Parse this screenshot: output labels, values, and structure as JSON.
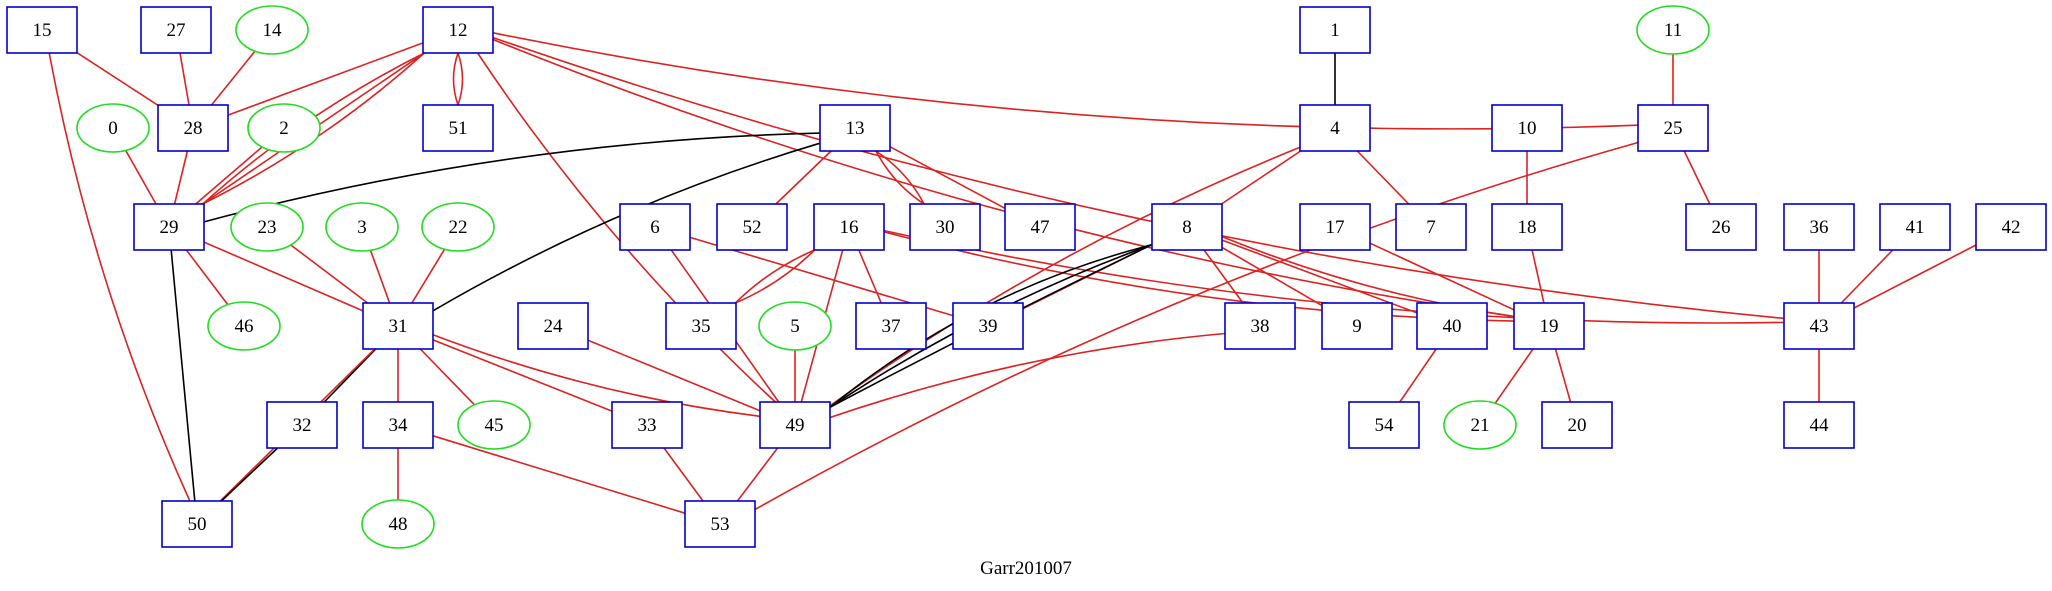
{
  "title": "Garr201007",
  "colors": {
    "red_edge": "#dd2222",
    "black_edge": "#000000",
    "box_border": "#0000cc",
    "ellipse_border": "#22dd22"
  },
  "nodes": [
    {
      "id": "15",
      "shape": "box"
    },
    {
      "id": "27",
      "shape": "box"
    },
    {
      "id": "14",
      "shape": "ellipse"
    },
    {
      "id": "12",
      "shape": "box"
    },
    {
      "id": "1",
      "shape": "box"
    },
    {
      "id": "11",
      "shape": "ellipse"
    },
    {
      "id": "0",
      "shape": "ellipse"
    },
    {
      "id": "28",
      "shape": "box"
    },
    {
      "id": "2",
      "shape": "ellipse"
    },
    {
      "id": "51",
      "shape": "box"
    },
    {
      "id": "13",
      "shape": "box"
    },
    {
      "id": "4",
      "shape": "box"
    },
    {
      "id": "10",
      "shape": "box"
    },
    {
      "id": "25",
      "shape": "box"
    },
    {
      "id": "29",
      "shape": "box"
    },
    {
      "id": "23",
      "shape": "ellipse"
    },
    {
      "id": "3",
      "shape": "ellipse"
    },
    {
      "id": "22",
      "shape": "ellipse"
    },
    {
      "id": "6",
      "shape": "box"
    },
    {
      "id": "52",
      "shape": "box"
    },
    {
      "id": "16",
      "shape": "box"
    },
    {
      "id": "30",
      "shape": "box"
    },
    {
      "id": "47",
      "shape": "box"
    },
    {
      "id": "8",
      "shape": "box"
    },
    {
      "id": "17",
      "shape": "box"
    },
    {
      "id": "7",
      "shape": "box"
    },
    {
      "id": "18",
      "shape": "box"
    },
    {
      "id": "26",
      "shape": "box"
    },
    {
      "id": "36",
      "shape": "box"
    },
    {
      "id": "41",
      "shape": "box"
    },
    {
      "id": "42",
      "shape": "box"
    },
    {
      "id": "46",
      "shape": "ellipse"
    },
    {
      "id": "31",
      "shape": "box"
    },
    {
      "id": "24",
      "shape": "box"
    },
    {
      "id": "35",
      "shape": "box"
    },
    {
      "id": "5",
      "shape": "ellipse"
    },
    {
      "id": "37",
      "shape": "box"
    },
    {
      "id": "39",
      "shape": "box"
    },
    {
      "id": "38",
      "shape": "box"
    },
    {
      "id": "9",
      "shape": "box"
    },
    {
      "id": "40",
      "shape": "box"
    },
    {
      "id": "19",
      "shape": "box"
    },
    {
      "id": "43",
      "shape": "box"
    },
    {
      "id": "32",
      "shape": "box"
    },
    {
      "id": "34",
      "shape": "box"
    },
    {
      "id": "45",
      "shape": "ellipse"
    },
    {
      "id": "33",
      "shape": "box"
    },
    {
      "id": "49",
      "shape": "box"
    },
    {
      "id": "54",
      "shape": "box"
    },
    {
      "id": "21",
      "shape": "ellipse"
    },
    {
      "id": "20",
      "shape": "box"
    },
    {
      "id": "44",
      "shape": "box"
    },
    {
      "id": "50",
      "shape": "box"
    },
    {
      "id": "48",
      "shape": "ellipse"
    },
    {
      "id": "53",
      "shape": "box"
    }
  ],
  "edges": [
    {
      "from": "15",
      "to": "28",
      "color": "red"
    },
    {
      "from": "15",
      "to": "50",
      "color": "red"
    },
    {
      "from": "27",
      "to": "28",
      "color": "red"
    },
    {
      "from": "14",
      "to": "28",
      "color": "red"
    },
    {
      "from": "12",
      "to": "28",
      "color": "red"
    },
    {
      "from": "12",
      "to": "29",
      "color": "red"
    },
    {
      "from": "12",
      "to": "29",
      "color": "red"
    },
    {
      "from": "12",
      "to": "29",
      "color": "red"
    },
    {
      "from": "12",
      "to": "51",
      "color": "red"
    },
    {
      "from": "12",
      "to": "51",
      "color": "red"
    },
    {
      "from": "12",
      "to": "49",
      "color": "red"
    },
    {
      "from": "12",
      "to": "25",
      "color": "red"
    },
    {
      "from": "12",
      "to": "43",
      "color": "red"
    },
    {
      "from": "12",
      "to": "19",
      "color": "red"
    },
    {
      "from": "1",
      "to": "4",
      "color": "black"
    },
    {
      "from": "11",
      "to": "25",
      "color": "red"
    },
    {
      "from": "0",
      "to": "29",
      "color": "red"
    },
    {
      "from": "28",
      "to": "29",
      "color": "red"
    },
    {
      "from": "2",
      "to": "29",
      "color": "red"
    },
    {
      "from": "13",
      "to": "29",
      "color": "black"
    },
    {
      "from": "13",
      "to": "31",
      "color": "black"
    },
    {
      "from": "13",
      "to": "52",
      "color": "red"
    },
    {
      "from": "13",
      "to": "30",
      "color": "red"
    },
    {
      "from": "13",
      "to": "30",
      "color": "red"
    },
    {
      "from": "13",
      "to": "47",
      "color": "red"
    },
    {
      "from": "4",
      "to": "8",
      "color": "red"
    },
    {
      "from": "4",
      "to": "7",
      "color": "red"
    },
    {
      "from": "4",
      "to": "49",
      "color": "red"
    },
    {
      "from": "10",
      "to": "18",
      "color": "red"
    },
    {
      "from": "25",
      "to": "26",
      "color": "red"
    },
    {
      "from": "25",
      "to": "53",
      "color": "red"
    },
    {
      "from": "29",
      "to": "46",
      "color": "red"
    },
    {
      "from": "29",
      "to": "31",
      "color": "red"
    },
    {
      "from": "29",
      "to": "50",
      "color": "black"
    },
    {
      "from": "23",
      "to": "31",
      "color": "red"
    },
    {
      "from": "3",
      "to": "31",
      "color": "red"
    },
    {
      "from": "22",
      "to": "31",
      "color": "red"
    },
    {
      "from": "6",
      "to": "39",
      "color": "red"
    },
    {
      "from": "6",
      "to": "49",
      "color": "red"
    },
    {
      "from": "16",
      "to": "35",
      "color": "red"
    },
    {
      "from": "16",
      "to": "35",
      "color": "red"
    },
    {
      "from": "16",
      "to": "37",
      "color": "red"
    },
    {
      "from": "16",
      "to": "49",
      "color": "red"
    },
    {
      "from": "16",
      "to": "43",
      "color": "red"
    },
    {
      "from": "16",
      "to": "19",
      "color": "red"
    },
    {
      "from": "8",
      "to": "39",
      "color": "red"
    },
    {
      "from": "8",
      "to": "38",
      "color": "red"
    },
    {
      "from": "8",
      "to": "9",
      "color": "red"
    },
    {
      "from": "8",
      "to": "40",
      "color": "red"
    },
    {
      "from": "8",
      "to": "19",
      "color": "red"
    },
    {
      "from": "8",
      "to": "49",
      "color": "black"
    },
    {
      "from": "8",
      "to": "49",
      "color": "black"
    },
    {
      "from": "8",
      "to": "49",
      "color": "black"
    },
    {
      "from": "17",
      "to": "19",
      "color": "red"
    },
    {
      "from": "18",
      "to": "19",
      "color": "red"
    },
    {
      "from": "36",
      "to": "43",
      "color": "red"
    },
    {
      "from": "41",
      "to": "43",
      "color": "red"
    },
    {
      "from": "42",
      "to": "43",
      "color": "red"
    },
    {
      "from": "31",
      "to": "32",
      "color": "black"
    },
    {
      "from": "31",
      "to": "34",
      "color": "red"
    },
    {
      "from": "31",
      "to": "45",
      "color": "red"
    },
    {
      "from": "31",
      "to": "33",
      "color": "red"
    },
    {
      "from": "31",
      "to": "49",
      "color": "red"
    },
    {
      "from": "31",
      "to": "50",
      "color": "red"
    },
    {
      "from": "24",
      "to": "49",
      "color": "red"
    },
    {
      "from": "5",
      "to": "49",
      "color": "red"
    },
    {
      "from": "38",
      "to": "49",
      "color": "red"
    },
    {
      "from": "40",
      "to": "54",
      "color": "red"
    },
    {
      "from": "19",
      "to": "21",
      "color": "red"
    },
    {
      "from": "19",
      "to": "20",
      "color": "red"
    },
    {
      "from": "43",
      "to": "44",
      "color": "red"
    },
    {
      "from": "32",
      "to": "50",
      "color": "black"
    },
    {
      "from": "34",
      "to": "48",
      "color": "red"
    },
    {
      "from": "34",
      "to": "53",
      "color": "red"
    },
    {
      "from": "33",
      "to": "53",
      "color": "red"
    },
    {
      "from": "49",
      "to": "53",
      "color": "red"
    }
  ]
}
